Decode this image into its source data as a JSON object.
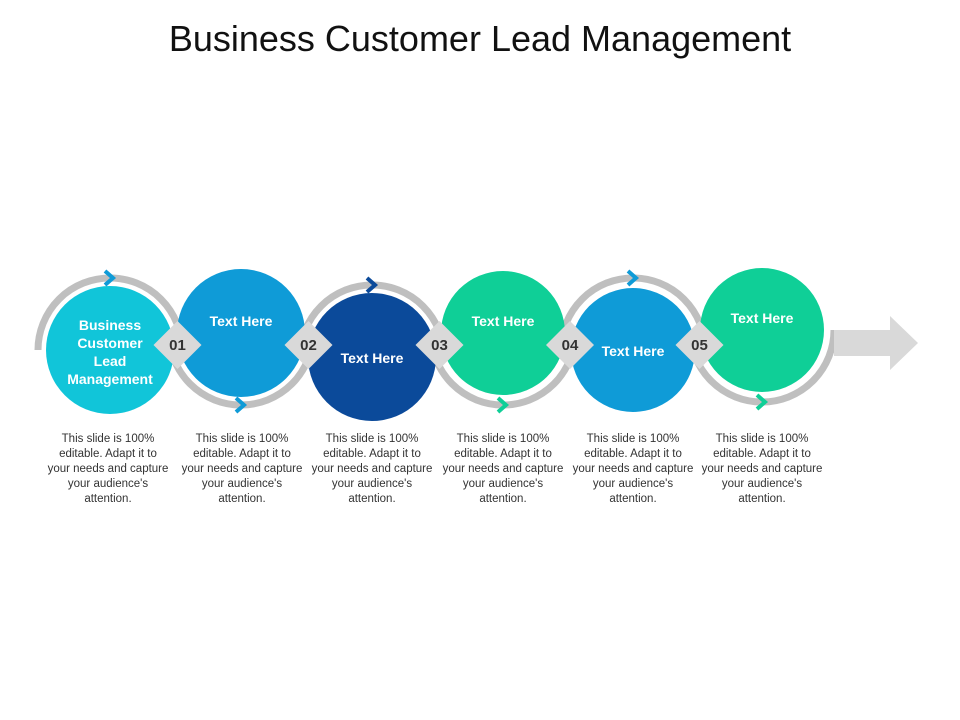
{
  "title": "Business Customer Lead Management",
  "colors": {
    "ring": "#bfbfbf",
    "diamond": "#d9d9d9",
    "cyan": "#11c5d9",
    "blue": "#0f9bd7",
    "navy": "#0b4a9a",
    "green": "#0fcf97",
    "arrow": "#d9d9d9"
  },
  "steps": [
    {
      "label": "Business Customer Lead Management",
      "color": "cyan",
      "chevron": "blue",
      "number": "01",
      "description": "This slide is 100% editable. Adapt it to your needs and capture your audience's attention."
    },
    {
      "label": "Text Here",
      "color": "blue",
      "chevron": "blue",
      "number": "02",
      "description": "This slide is 100% editable. Adapt it to your needs and capture your audience's attention."
    },
    {
      "label": "Text Here",
      "color": "navy",
      "chevron": "navy",
      "number": "03",
      "description": "This slide is 100% editable. Adapt it to your needs and capture your audience's attention."
    },
    {
      "label": "Text Here",
      "color": "green",
      "chevron": "green",
      "number": "04",
      "description": "This slide is 100% editable. Adapt it to your needs and capture your audience's attention."
    },
    {
      "label": "Text Here",
      "color": "blue",
      "chevron": "blue",
      "number": "05",
      "description": "This slide is 100% editable. Adapt it to your needs and capture your audience's attention."
    },
    {
      "label": "Text Here",
      "color": "green",
      "chevron": "green",
      "number": "",
      "description": "This slide is 100% editable. Adapt it to your needs and capture your audience's attention."
    }
  ]
}
